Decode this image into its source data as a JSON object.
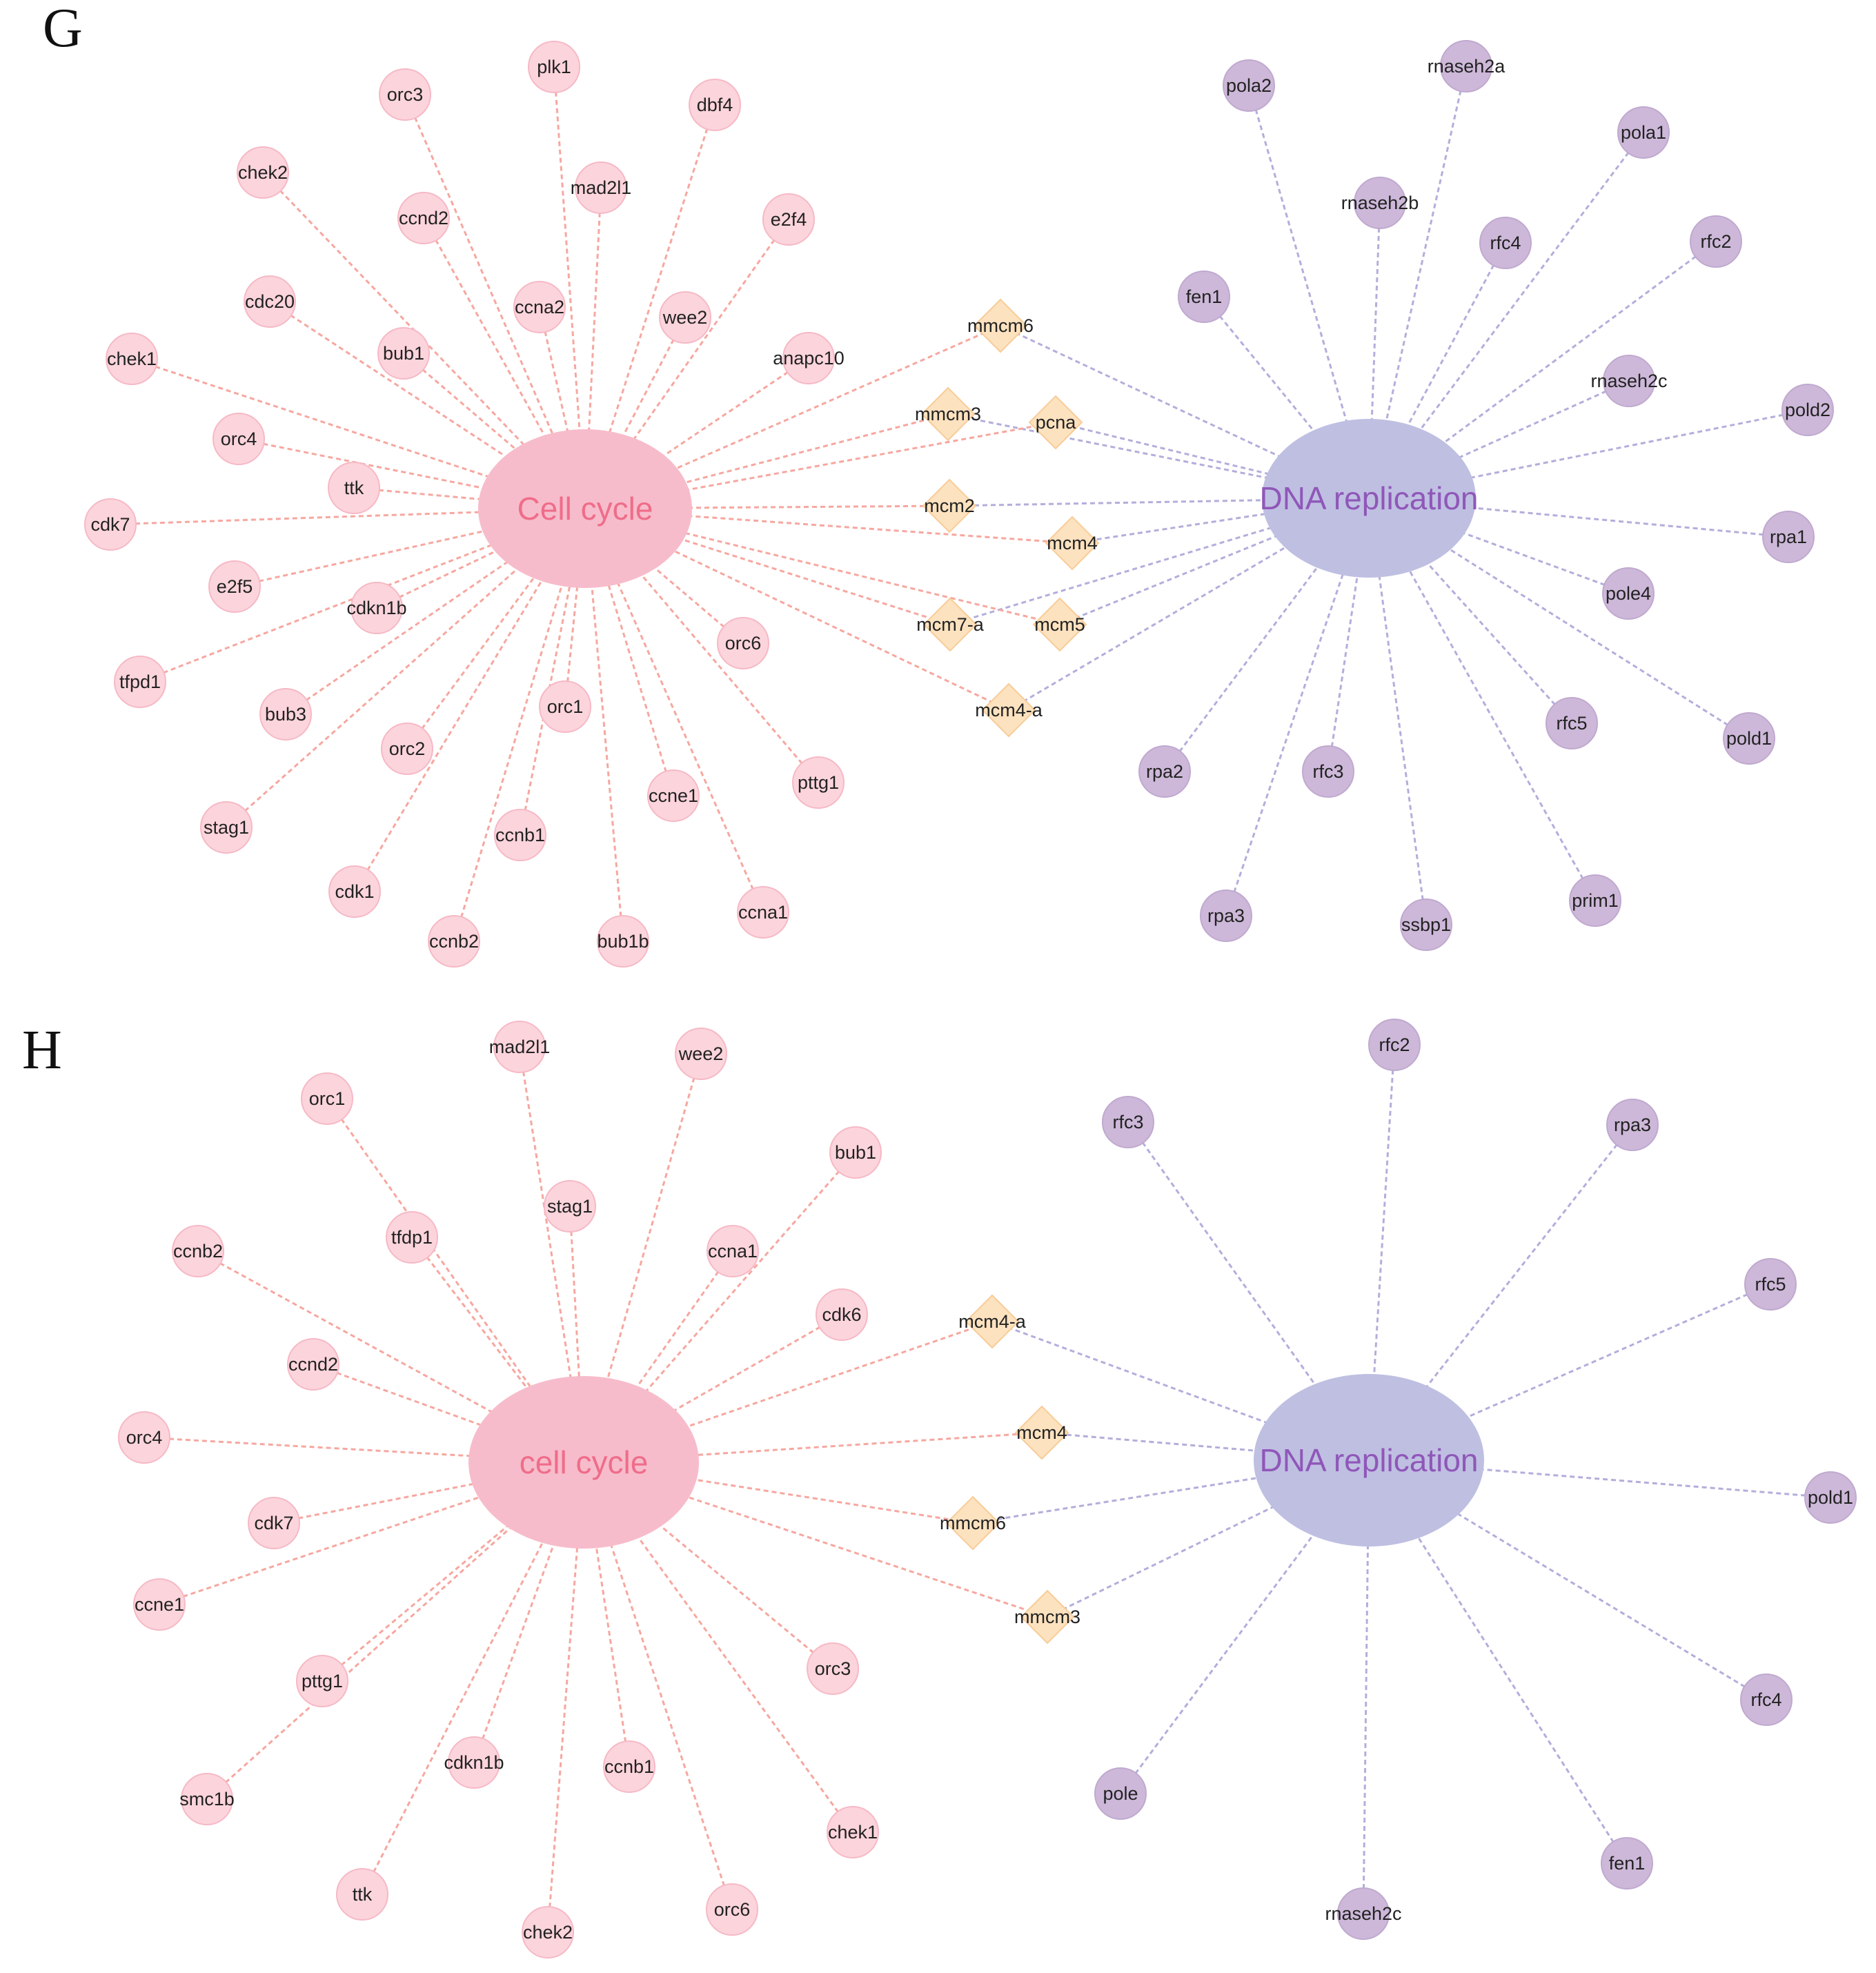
{
  "panels": [
    {
      "letter": "G",
      "hubs": [
        {
          "id": "cc",
          "label": "Cell cycle",
          "color": "#f7bccb",
          "text_color": "#ef6d8a"
        },
        {
          "id": "dna",
          "label": "DNA replication",
          "color": "#bfbfe2",
          "text_color": "#8f57b8"
        }
      ],
      "cell_cycle_genes": [
        "plk1",
        "orc3",
        "dbf4",
        "chek2",
        "mad2l1",
        "ccnd2",
        "e2f4",
        "cdc20",
        "ccna2",
        "wee2",
        "chek1",
        "bub1",
        "anapc10",
        "orc4",
        "ttk",
        "cdk7",
        "e2f5",
        "cdkn1b",
        "tfpd1",
        "bub3",
        "orc2",
        "stag1",
        "orc1",
        "orc6",
        "ccnb1",
        "ccne1",
        "pttg1",
        "cdk1",
        "ccnb2",
        "bub1b",
        "ccna1"
      ],
      "shared_genes": [
        "mmcm6",
        "mmcm3",
        "pcna",
        "mcm2",
        "mcm4",
        "mcm7-a",
        "mcm5",
        "mcm4-a"
      ],
      "dna_replication_genes": [
        "pola2",
        "rnaseh2a",
        "pola1",
        "rnaseh2b",
        "rfc4",
        "rfc2",
        "fen1",
        "rnaseh2c",
        "pold2",
        "rpa1",
        "pole4",
        "rfc5",
        "pold1",
        "rpa2",
        "rfc3",
        "prim1",
        "rpa3",
        "ssbp1"
      ]
    },
    {
      "letter": "H",
      "hubs": [
        {
          "id": "cc",
          "label": "cell cycle",
          "color": "#f7bccb",
          "text_color": "#ef6d8a"
        },
        {
          "id": "dna",
          "label": "DNA replication",
          "color": "#bfbfe2",
          "text_color": "#8f57b8"
        }
      ],
      "cell_cycle_genes": [
        "mad2l1",
        "wee2",
        "orc1",
        "bub1",
        "stag1",
        "tfdp1",
        "ccna1",
        "ccnb2",
        "cdk6",
        "ccnd2",
        "orc4",
        "cdk7",
        "ccne1",
        "orc3",
        "pttg1",
        "smc1b",
        "cdkn1b",
        "ccnb1",
        "chek1",
        "ttk",
        "orc6",
        "chek2"
      ],
      "shared_genes": [
        "mcm4-a",
        "mcm4",
        "mmcm6",
        "mmcm3"
      ],
      "dna_replication_genes": [
        "rfc2",
        "rfc3",
        "rpa3",
        "rfc5",
        "pold1",
        "rfc4",
        "pole",
        "fen1",
        "rnaseh2c"
      ]
    }
  ],
  "colors": {
    "cell_cycle_node": "#fcd4dc",
    "cell_cycle_node_stroke": "#f6b9c6",
    "cell_cycle_edge": "#f6a7a0",
    "dna_node": "#cdb8d9",
    "dna_node_stroke": "#c0a9cf",
    "dna_edge": "#b3aedb",
    "shared_node": "#fde2bf",
    "shared_node_stroke": "#f8cc98"
  }
}
